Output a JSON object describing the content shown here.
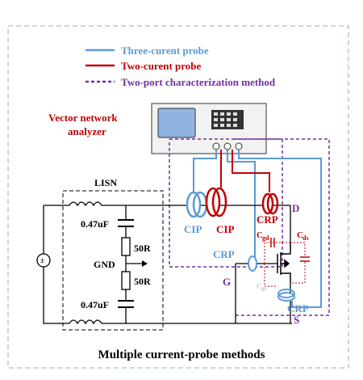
{
  "legend": {
    "three_probe": "Three-curent probe",
    "two_probe": "Two-curent probe",
    "two_port": "Two-port characterization method"
  },
  "instrument": {
    "line1": "Vector network",
    "line2": "analyzer"
  },
  "lisn": {
    "label": "LISN",
    "cap_top": "0.47uF",
    "res_top": "50R",
    "gnd": "GND",
    "res_bottom": "50R",
    "cap_bottom": "0.47uF"
  },
  "probes": {
    "cip_blue": "CIP",
    "cip_red": "CIP",
    "crp_red": "CRP",
    "crp_blue_mid": "CRP",
    "crp_blue_bottom": "CRP"
  },
  "mosfet": {
    "d": "D",
    "g": "G",
    "s": "S",
    "cgd": "C",
    "cgd_sub": "gd",
    "cds": "C",
    "cds_sub": "ds",
    "cgs": "C",
    "cgs_sub": "gs"
  },
  "caption": "Multiple current-probe methods",
  "colors": {
    "blue": "#5b9bd5",
    "red": "#c00000",
    "purple": "#7030a0",
    "border": "#8fb0b8",
    "screen": "#8fb4e0"
  }
}
